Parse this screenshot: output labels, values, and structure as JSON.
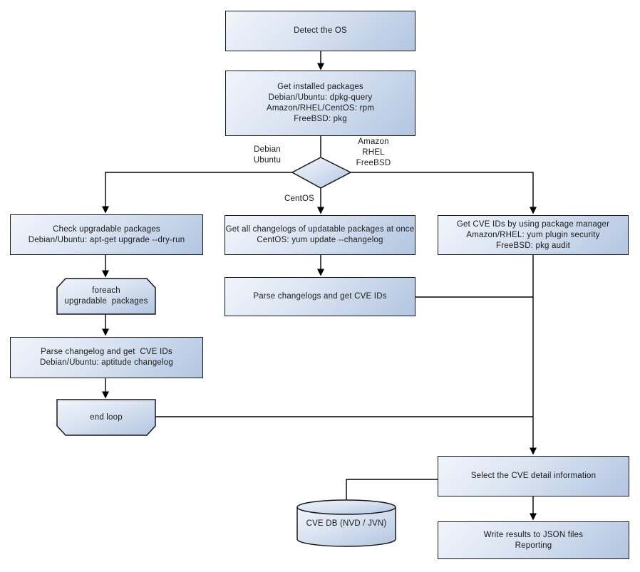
{
  "diagram": {
    "title": "OS package CVE detection flowchart",
    "colors": {
      "background": "#ffffff",
      "shape_fill_light": "#f1f5fb",
      "shape_fill_dark": "#b2c5e1",
      "shape_border": "#17171b",
      "connector": "#000000",
      "text": "#1a1a1a"
    },
    "nodes": {
      "detect_os": {
        "lines": [
          "Detect the OS"
        ]
      },
      "get_installed": {
        "lines": [
          "Get installed packages",
          "Debian/Ubuntu: dpkg-query",
          "Amazon/RHEL/CentOS: rpm",
          "FreeBSD: pkg"
        ]
      },
      "check_upgradable": {
        "lines": [
          "Check upgradable packages",
          "Debian/Ubuntu: apt-get upgrade --dry-run"
        ]
      },
      "foreach_loop": {
        "lines": [
          "foreach",
          "upgradable  packages"
        ]
      },
      "parse_changelog_left": {
        "lines": [
          "Parse changelog and get  CVE IDs",
          "Debian/Ubuntu: aptitude changelog"
        ]
      },
      "end_loop": {
        "lines": [
          "end loop"
        ]
      },
      "get_all_changelogs": {
        "lines": [
          "Get all changelogs of updatable packages at once",
          "CentOS: yum update --changelog"
        ]
      },
      "parse_changelogs_mid": {
        "lines": [
          "Parse changelogs and get CVE IDs"
        ]
      },
      "get_cve_ids_right": {
        "lines": [
          "Get CVE IDs by using package manager",
          "Amazon/RHEL: yum plugin security",
          "FreeBSD: pkg audit"
        ]
      },
      "select_cve": {
        "lines": [
          "Select the CVE detail information"
        ]
      },
      "cve_db": {
        "lines": [
          "CVE DB (NVD / JVN)"
        ]
      },
      "write_results": {
        "lines": [
          "Write results to JSON files",
          "Reporting"
        ]
      }
    },
    "branch_labels": {
      "debian_ubuntu": {
        "lines": [
          "Debian",
          "Ubuntu"
        ]
      },
      "amazon_rhel_freebsd": {
        "lines": [
          "Amazon",
          "RHEL",
          "FreeBSD"
        ]
      },
      "centos": {
        "lines": [
          "CentOS"
        ]
      }
    }
  }
}
